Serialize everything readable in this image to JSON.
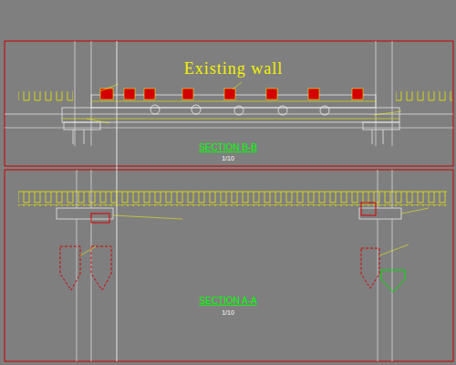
{
  "diagram": {
    "labels": [
      "Existing wall",
      "SECTION B-B",
      "1/10",
      "SECTION A-A",
      "1/10"
    ]
  }
}
